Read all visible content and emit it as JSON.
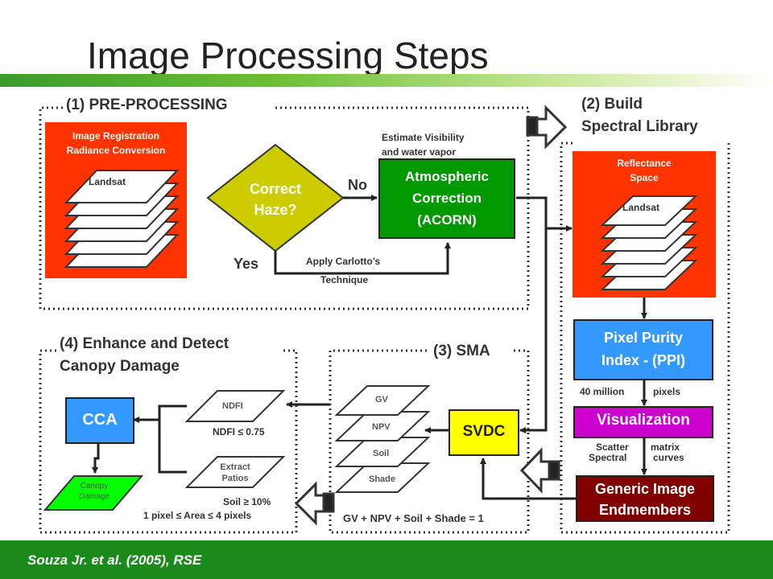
{
  "title": "Image Processing Steps",
  "section1": {
    "label": "(1) PRE-PROCESSING",
    "registration_line1": "Image Registration",
    "registration_line2": "Radiance Conversion",
    "stack_label": "Landsat",
    "decision_line1": "Correct",
    "decision_line2": "Haze?",
    "no_label": "No",
    "yes_label": "Yes",
    "estimate_line1": "Estimate Visibility",
    "estimate_line2": "and water vapor",
    "atm_line1": "Atmospheric",
    "atm_line2": "Correction",
    "atm_line3": "(ACORN)",
    "carlotto_line1": "Apply Carlotto’s",
    "carlotto_line2": "Technique"
  },
  "section2": {
    "label_line1": "(2) Build",
    "label_line2": "Spectral Library",
    "reflectance_line1": "Reflectance",
    "reflectance_line2": "Space",
    "stack_label": "Landsat",
    "ppi_line1": "Pixel Purity",
    "ppi_line2": "Index - (PPI)",
    "pixels_left": "40 million",
    "pixels_right": "pixels",
    "visualization": "Visualization",
    "scatter_left": "Scatter",
    "scatter_right": "matrix",
    "spectral_left": "Spectral",
    "spectral_right": "curves",
    "endmembers_line1": "Generic Image",
    "endmembers_line2": "Endmembers"
  },
  "section3": {
    "label": "(3) SMA",
    "layers": [
      "GV",
      "NPV",
      "Soil",
      "Shade"
    ],
    "svdc": "SVDC",
    "equation": "GV + NPV + Soil + Shade = 1"
  },
  "section4": {
    "label_line1": "(4) Enhance and Detect",
    "label_line2": "Canopy Damage",
    "cca": "CCA",
    "ndfi": "NDFI",
    "ndfi_threshold": "NDFI ≤ 0.75",
    "extract_line1": "Extract",
    "extract_line2": "Patios",
    "soil_threshold": "Soil ≥ 10%",
    "area_threshold": "1 pixel ≤ Area ≤ 4 pixels",
    "canopy_line1": "Canopy",
    "canopy_line2": "Damage"
  },
  "footer": "Souza Jr. et  al. (2005), RSE",
  "colors": {
    "red": "#ff3300",
    "green": "#009900",
    "olive": "#cccc00",
    "blue": "#3399ff",
    "magenta": "#cc00cc",
    "maroon": "#800000",
    "yellow": "#ffff00",
    "lime": "#00ff00",
    "footer": "#1a8a1a"
  }
}
